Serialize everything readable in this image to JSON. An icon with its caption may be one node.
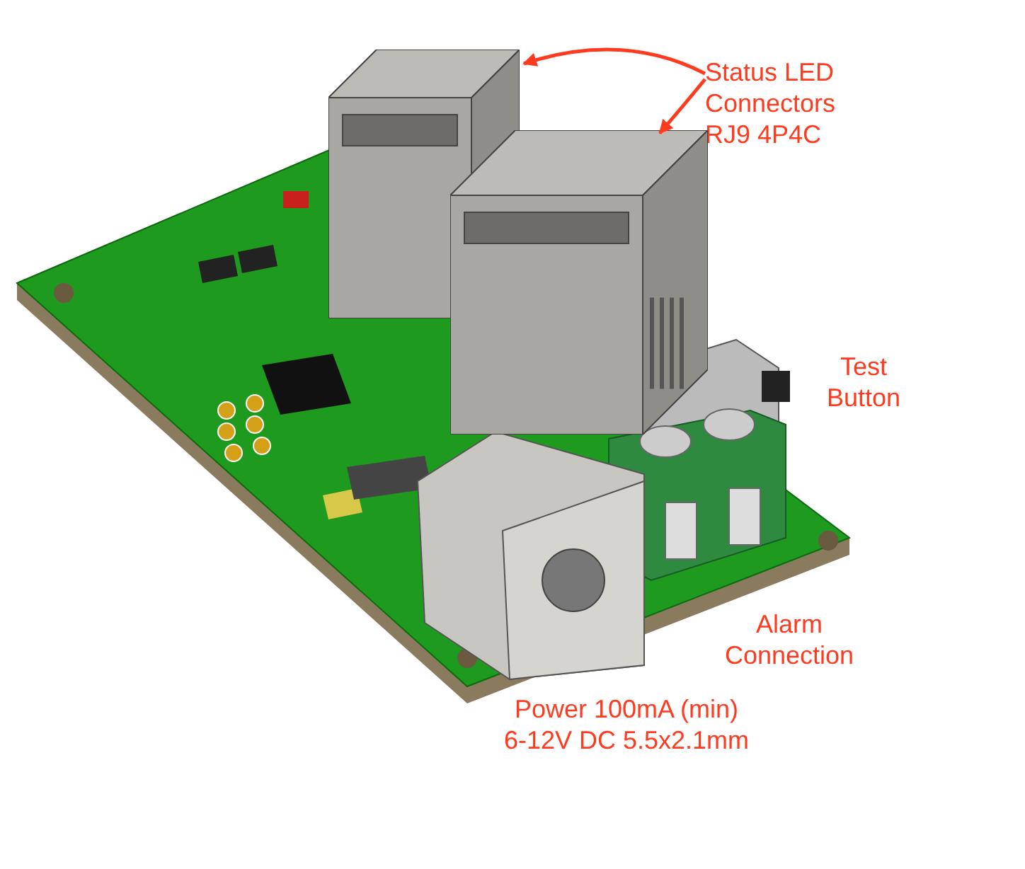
{
  "diagram": {
    "nodes": [
      {
        "text": [
          "Status LED Connectors RJ9 4P4C"
        ]
      },
      {
        "text": [],
        "shape": "picture"
      },
      {
        "text": [],
        "shape": "picture"
      }
    ],
    "edges": [
      {
        "from": 0,
        "to": 1,
        "arrow": "to"
      },
      {
        "from": 0,
        "to": 2,
        "arrow": "to"
      }
    ],
    "labels": [
      "Test Button",
      "Alarm Connection",
      "Power 100mA (min) 6-12V DC 5.5x2.1mm"
    ]
  }
}
